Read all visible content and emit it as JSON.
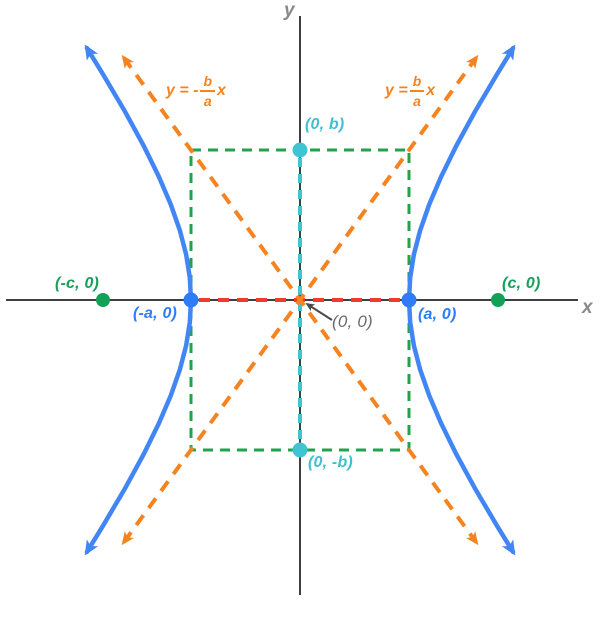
{
  "figure": {
    "type": "hyperbola-diagram",
    "axes": {
      "x_label": "x",
      "y_label": "y"
    },
    "origin": {
      "label": "(0, 0)"
    },
    "points": {
      "top_b": "(0, b)",
      "bottom_b": "(0, -b)",
      "left_vertex": "(-a, 0)",
      "right_vertex": "(a, 0)",
      "left_focus": "(-c, 0)",
      "right_focus": "(c, 0)"
    },
    "asymptote_equations": {
      "left": {
        "prefix": "y = -",
        "numerator": "b",
        "denominator": "a",
        "suffix": "x"
      },
      "right": {
        "prefix": "y = ",
        "numerator": "b",
        "denominator": "a",
        "suffix": "x"
      }
    },
    "colors": {
      "curve_blue": "#4285f4",
      "vertex_dot_blue": "#2e7cf6",
      "asymptote_orange": "#f5831f",
      "rectangle_green": "#23a24c",
      "focus_dot_green": "#12a157",
      "guide_teal": "#41c4d2",
      "guide_red": "#ee3b2e",
      "axis_gray": "#3f3f3f",
      "label_gray": "#8a8a8a"
    }
  }
}
